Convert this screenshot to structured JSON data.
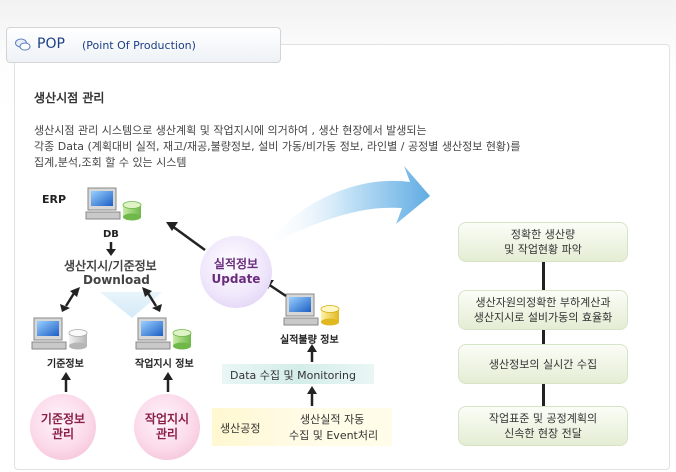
{
  "header": {
    "title_main": "POP",
    "title_sub": "(Point Of Production)"
  },
  "section": {
    "heading": "생산시점 관리",
    "description_lines": [
      "생산시점 관리 시스템으로 생산계획 및 작업지시에  의거하여 , 생산 현장에서 발생되는",
      "각종 Data (계획대비 실적, 재고/재공,불량정보, 설비 가동/비가동 정보, 라인별 / 공정별  생산정보 현황)를",
      "집계,분석,조회 할 수 있는 시스템"
    ]
  },
  "diagram": {
    "erp_label": "ERP",
    "db_label": "DB",
    "download_line1": "생산지시/기준정보",
    "download_line2": "Download",
    "base_info_label": "기준정보",
    "work_order_info_label": "작업지시 정보",
    "base_info_mgmt": [
      "기준정보",
      "관리"
    ],
    "work_order_mgmt": [
      "작업지시",
      "관리"
    ],
    "result_update": [
      "실적정보",
      "Update"
    ],
    "defect_info_label": "실적불량 정보",
    "monitoring_label": "Data 수집 및 Monitoring",
    "process_label": "생산공정",
    "auto_collect": [
      "생산실적 자동",
      "수집 및 Event처리"
    ]
  },
  "steps": [
    [
      "정확한 생산량",
      "및 작업현황 파악"
    ],
    [
      "생산자원의정확한 부하계산과",
      "생산지시로 설비가동의 효율화"
    ],
    [
      "생산정보의 실시간 수집"
    ],
    [
      "작업표준 및 공정계획의",
      "신속한 현장 전달"
    ]
  ],
  "colors": {
    "title_text": "#1d3f88",
    "pink_circle": "#f1b6d0",
    "lavender_circle": "#d9c8f2",
    "step_box": "#e4edd4",
    "arrow_blue": "#4fa3e0"
  },
  "icons": [
    "chat-bubble-icon",
    "computer-db-icon",
    "big-curved-arrow-icon"
  ]
}
